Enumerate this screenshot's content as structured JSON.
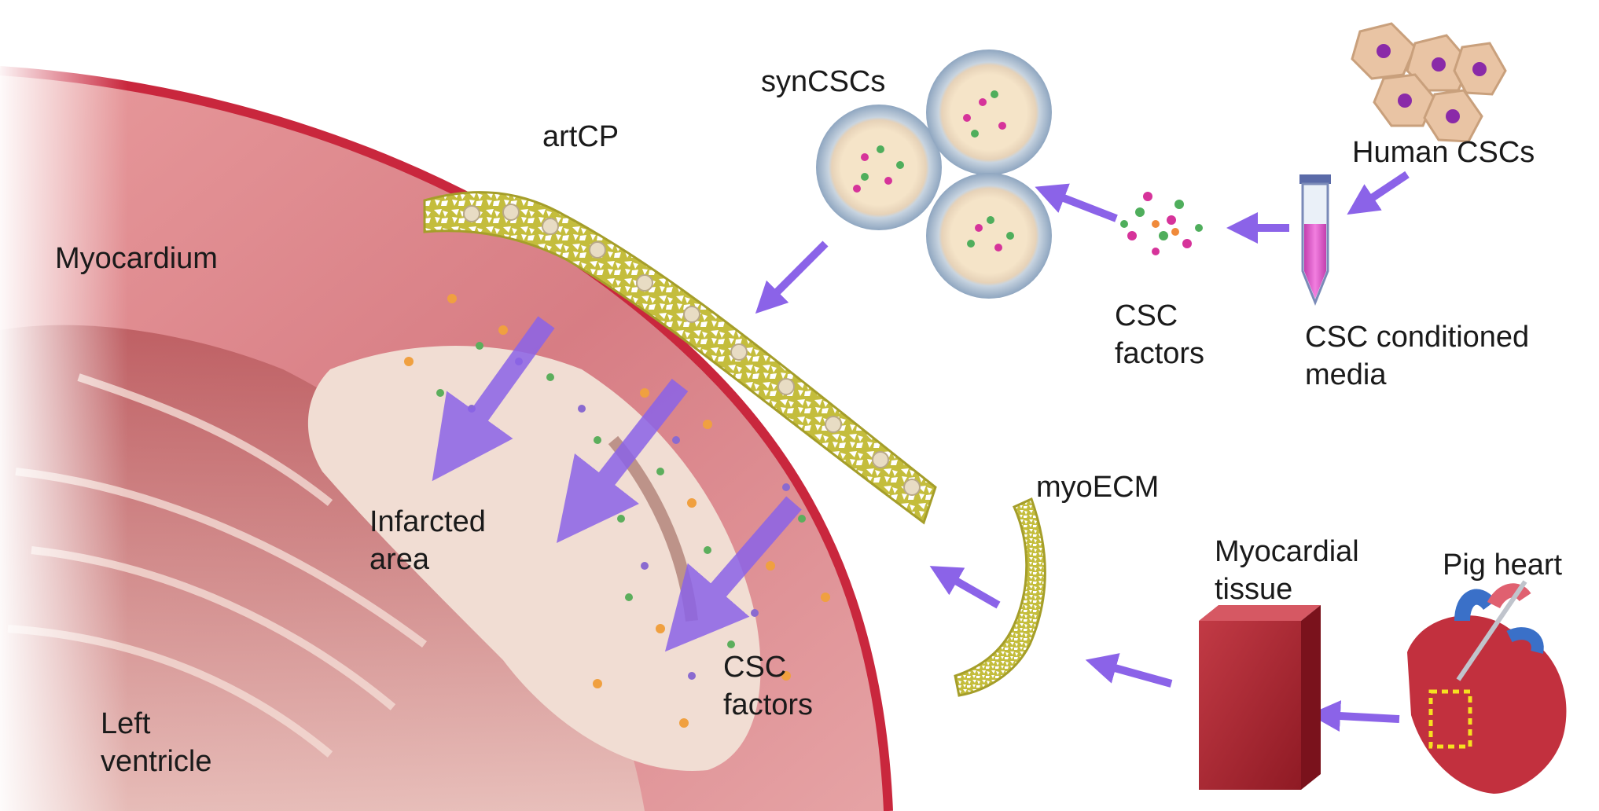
{
  "labels": {
    "myocardium": "Myocardium",
    "artcp": "artCP",
    "syncscs": "synCSCs",
    "human_cscs": "Human CSCs",
    "csc_factors_top": [
      "CSC",
      "factors"
    ],
    "csc_media": [
      "CSC conditioned",
      "media"
    ],
    "infarcted_area": [
      "Infarcted",
      "area"
    ],
    "csc_factors_heart": [
      "CSC",
      "factors"
    ],
    "left_ventricle": [
      "Left",
      "ventricle"
    ],
    "myoecm": "myoECM",
    "myocardial_tissue": [
      "Myocardial",
      "tissue"
    ],
    "pig_heart": "Pig heart"
  },
  "colors": {
    "arrow": "#8b63e8",
    "patch": "#c9c24a",
    "heart_muscle": "#d9828a",
    "heart_edge": "#c9273d",
    "infarct": "#f1ddd3",
    "tissue_block": "#b3222f",
    "media": "#e85ad0"
  }
}
